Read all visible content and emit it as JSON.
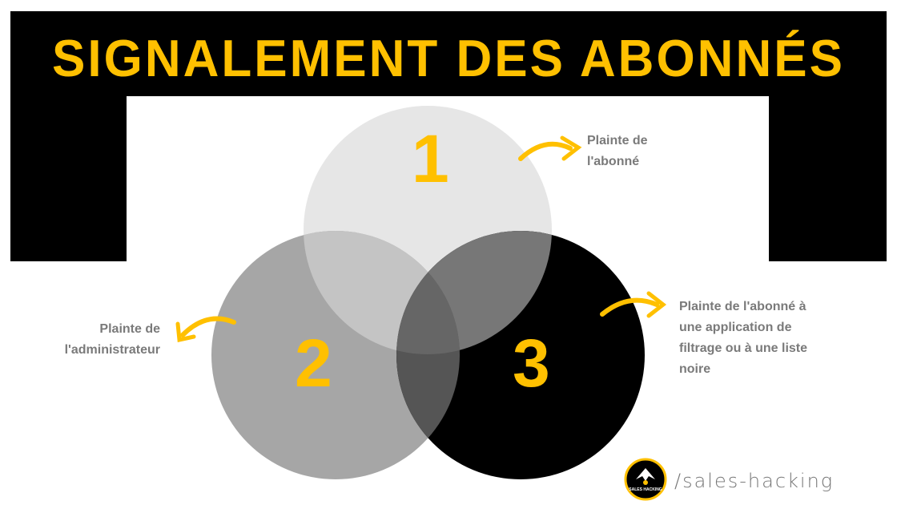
{
  "title": "SIGNALEMENT DES ABONNÉS",
  "colors": {
    "accent": "#ffc000",
    "frame": "#000000",
    "circle_1": "#e6e6e6",
    "circle_2": "#a6a6a6",
    "circle_3": "#000000",
    "label": "#7a7a7a"
  },
  "circles": [
    {
      "number": "1",
      "label_lines": [
        "Plainte de",
        "l'abonné"
      ]
    },
    {
      "number": "2",
      "label_lines": [
        "Plainte de",
        "l'administrateur"
      ]
    },
    {
      "number": "3",
      "label_lines": [
        "Plainte de l'abonné à",
        "une application de",
        "filtrage ou à une liste",
        "noire"
      ]
    }
  ],
  "brand": {
    "handle": "/sales-hacking",
    "logo_text": "SALES HACKING"
  }
}
